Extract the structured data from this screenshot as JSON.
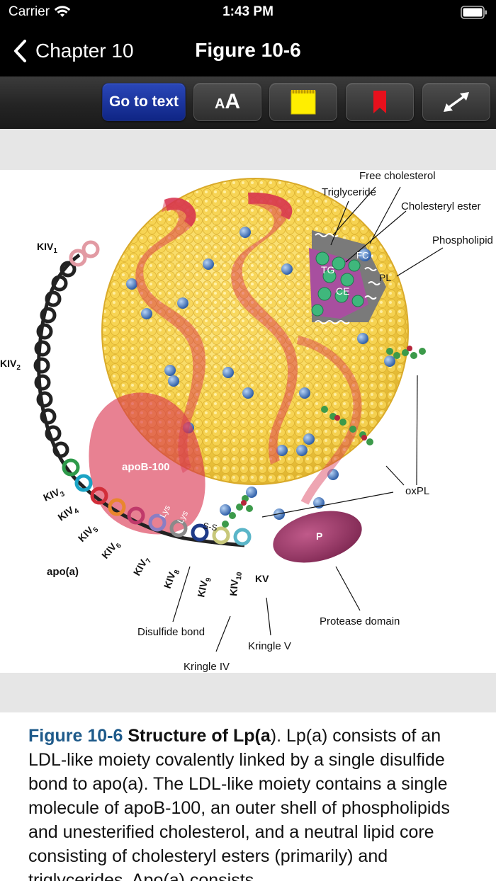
{
  "status": {
    "carrier": "Carrier",
    "time": "1:43 PM"
  },
  "nav": {
    "back_label": "Chapter 10",
    "title": "Figure 10-6"
  },
  "toolbar": {
    "goto_label": "Go to text",
    "font_small": "A",
    "font_big": "A"
  },
  "figure": {
    "labels": {
      "free_cholesterol": "Free cholesterol",
      "triglyceride": "Triglyceride",
      "cholesteryl_ester": "Cholesteryl ester",
      "phospholipid": "Phospholipid",
      "fc": "FC",
      "tg": "TG",
      "ce": "CE",
      "pl": "PL",
      "kiv1": "KIV",
      "kiv1_sub": "1",
      "kiv2": "KIV",
      "kiv2_sub": "2",
      "kiv3": "KIV",
      "kiv3_sub": "3",
      "kiv4": "KIV",
      "kiv4_sub": "4",
      "kiv5": "KIV",
      "kiv5_sub": "5",
      "kiv6": "KIV",
      "kiv6_sub": "6",
      "kiv7": "KIV",
      "kiv7_sub": "7",
      "kiv8": "KIV",
      "kiv8_sub": "8",
      "kiv9": "KIV",
      "kiv9_sub": "9",
      "kiv10": "KIV",
      "kiv10_sub": "10",
      "kv": "KV",
      "apoa": "apo(a)",
      "apob100": "apoB-100",
      "lys1": "Lys",
      "lys2": "Lys",
      "ss": "S-S",
      "p": "P",
      "oxpl": "oxPL",
      "protease_domain": "Protease domain",
      "disulfide_bond": "Disulfide bond",
      "kringle_v": "Kringle V",
      "kringle_iv": "Kringle IV"
    }
  },
  "caption": {
    "label": "Figure 10-6",
    "title": "Structure of Lp(a",
    "title_end": ")",
    "text": ". Lp(a) consists of an LDL-like moiety covalently linked by a single disulfide bond to apo(a). The LDL-like moiety contains a single molecule of apoB-100, an outer shell of phospholipids and unesterified cholesterol, and a neutral lipid core consisting of cholesteryl esters (primarily) and triglycerides. Apo(a) consists"
  },
  "colors": {
    "bar_bg": "#000000",
    "goto_button": "#1a35a0",
    "caption_label": "#1e5a8a",
    "sphere_yellow": "#f6d24a",
    "ribbon_red": "#d8324f",
    "sticky_note": "#ffee00",
    "bookmark_red": "#e8101c"
  },
  "icons": [
    "wifi-icon",
    "battery-icon",
    "chevron-left-icon",
    "font-size-icon",
    "sticky-note-icon",
    "bookmark-icon",
    "expand-icon"
  ]
}
